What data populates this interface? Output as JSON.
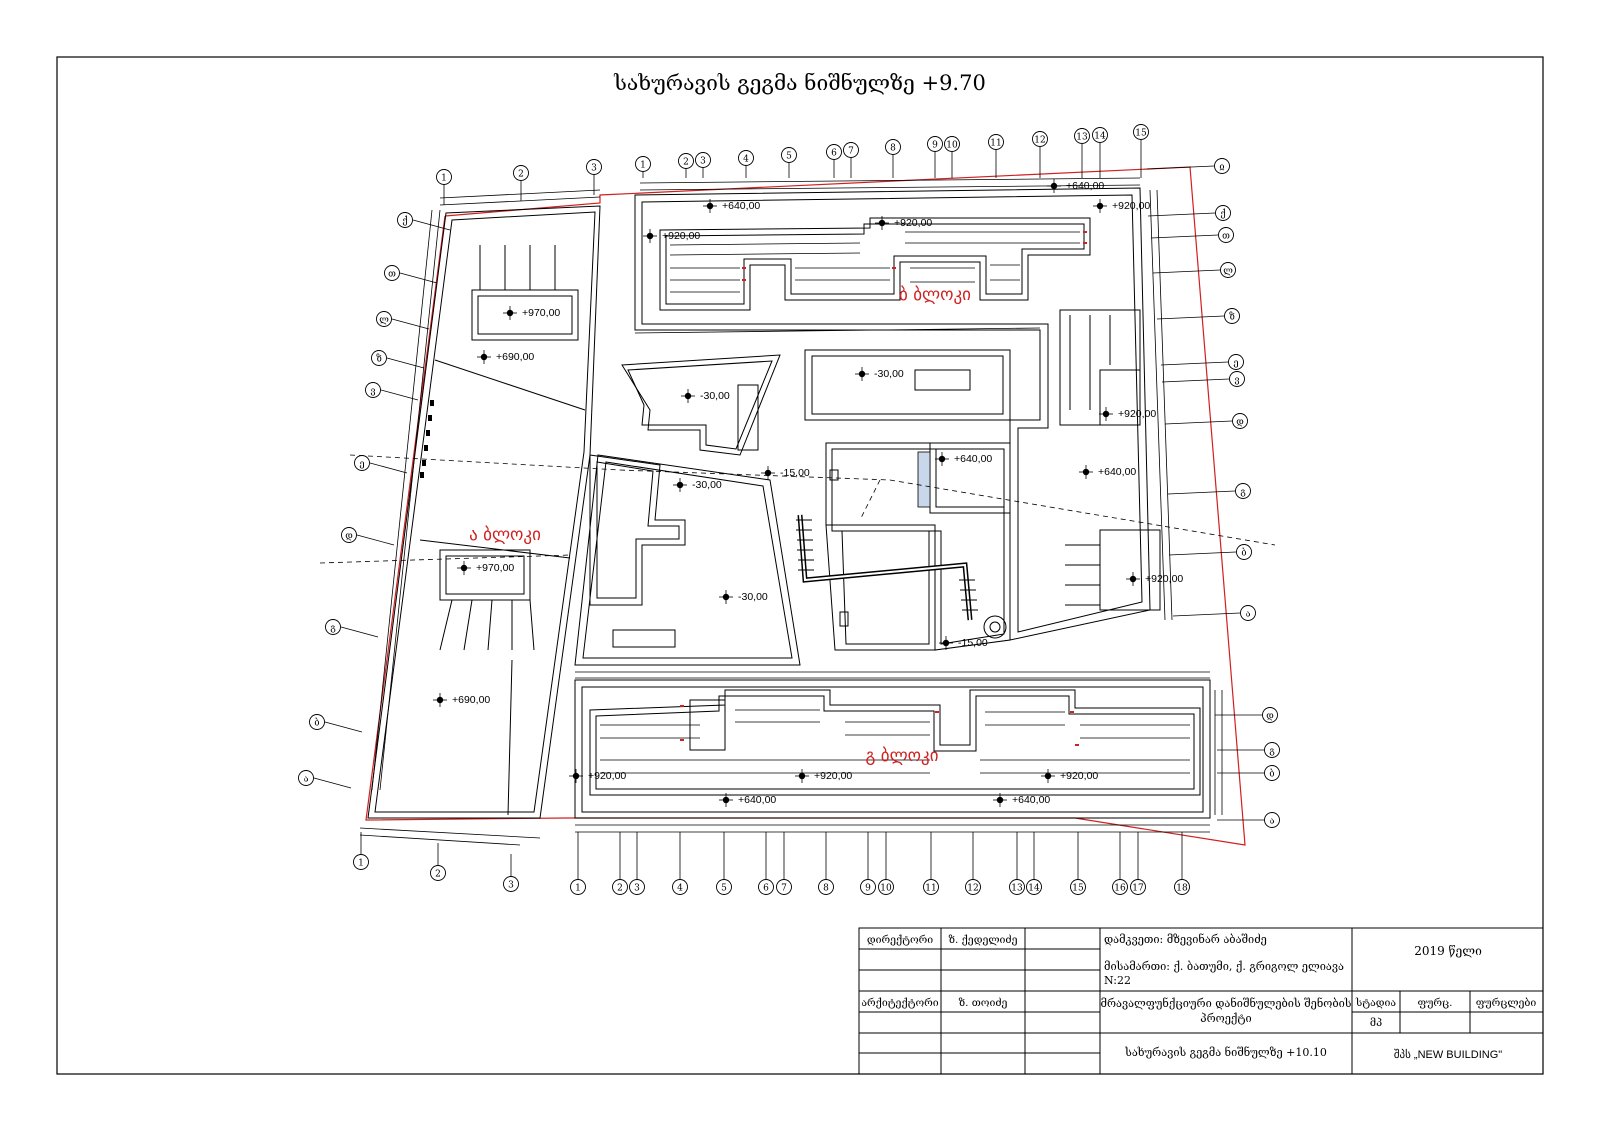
{
  "sheet_title": "სახურავის გეგმა ნიშნულზე +9.70",
  "block_labels": {
    "a": "ა ბლოკი",
    "b": "ბ ბლოკი",
    "g": "გ ბლოკი"
  },
  "level_marks": {
    "l640_top": "+640,00",
    "l640_top2": "+640,00",
    "l920_tl": "+920,00",
    "l920_tc": "+920,00",
    "l920_tr": "+920,00",
    "l970_top": "+970,00",
    "l690_top": "+690,00",
    "m30_a": "-30,00",
    "m30_b": "-30,00",
    "m30_c": "-30,00",
    "m30_d": "-30,00",
    "m15_a": "-15,00",
    "m15_b": "-15,00",
    "l640_mid": "+640,00",
    "l640_right": "+640,00",
    "l920_right1": "+920,00",
    "l920_right2": "+920,00",
    "l970_mid": "+970,00",
    "l690_bot": "+690,00",
    "l920_b1": "+920,00",
    "l920_b2": "+920,00",
    "l920_b3": "+920,00",
    "l640_b1": "+640,00",
    "l640_b2": "+640,00"
  },
  "axes": {
    "top_left": [
      "1",
      "2",
      "3"
    ],
    "top_main": [
      "1",
      "2",
      "3",
      "4",
      "5",
      "6",
      "7",
      "8",
      "9",
      "10",
      "11",
      "12",
      "13",
      "14",
      "15"
    ],
    "bottom_left": [
      "1",
      "2",
      "3"
    ],
    "bottom_main": [
      "1",
      "2",
      "3",
      "4",
      "5",
      "6",
      "7",
      "8",
      "9",
      "10",
      "11",
      "12",
      "13",
      "14",
      "15",
      "16",
      "17",
      "18"
    ],
    "left_side": [
      "ქ",
      "თ",
      "ლ",
      "ზ",
      "ვ",
      "ე",
      "დ",
      "გ",
      "ბ",
      "ა"
    ],
    "right_upper": [
      "ჲ",
      "ქ",
      "თ",
      "ლ",
      "ზ",
      "ე",
      "ვ",
      "დ",
      "გ",
      "ბ",
      "ა"
    ],
    "right_lower": [
      "დ",
      "გ",
      "ბ",
      "ა"
    ]
  },
  "title_block": {
    "director_label": "დირექტორი",
    "director_name": "ზ. ქედელიძე",
    "architect_label": "არქიტექტორი",
    "architect_name": "ზ. თოიძე",
    "client": "დამკვეთი: მზევინარ აბაშიძე",
    "address_line1": "მისამართი: ქ. ბათუმი, ქ. გრიგოლ ელიავა",
    "address_line2": "N:22",
    "project_line1": "მრავალფუნქციური დანიშნულების შენობის",
    "project_line2": "პროექტი",
    "drawing_name": "სახურავის გეგმა ნიშნულზე +10.10",
    "year": "2019 წელი",
    "stage_label": "სტადია",
    "sheet_label": "ფურც.",
    "sheets_label": "ფურცლები",
    "stage_value": "მპ",
    "company": "შპს „NEW BUILDING\""
  }
}
